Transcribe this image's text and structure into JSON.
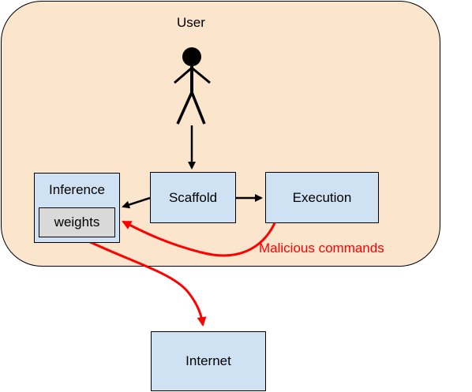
{
  "diagram": {
    "user_label": "User",
    "nodes": {
      "inference": "Inference",
      "weights": "weights",
      "scaffold": "Scaffold",
      "execution": "Execution",
      "internet": "Internet"
    },
    "edge_label_malicious": "Malicious commands",
    "colors": {
      "region_fill": "#fce5cd",
      "box_fill": "#cfe2f3",
      "weights_fill": "#d9d9d9",
      "attack_color": "#ff0000",
      "line_color": "#000000"
    },
    "icons": [
      "stick-figure-user-icon"
    ]
  }
}
